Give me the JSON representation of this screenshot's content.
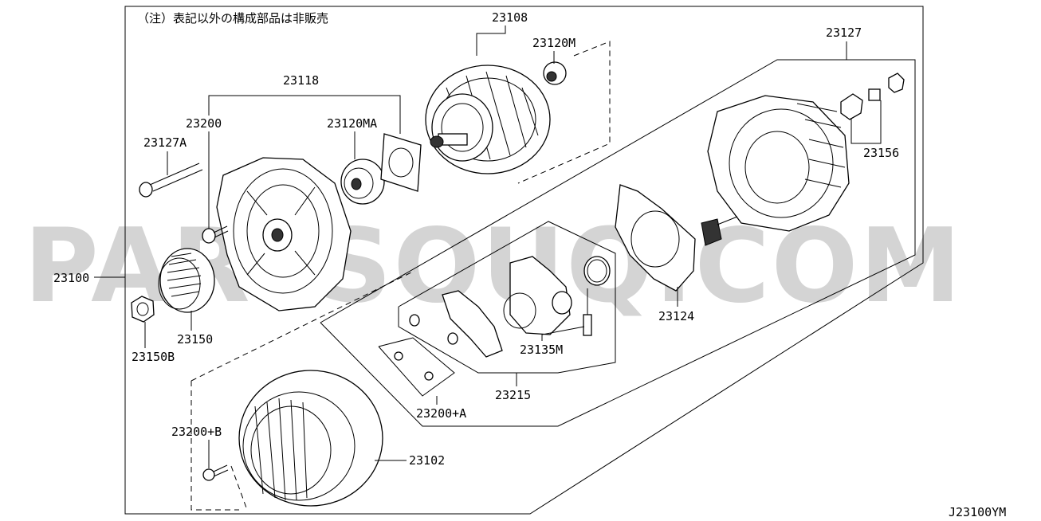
{
  "note": "（注）表記以外の構成部品は非販売",
  "watermark": "PARTSOUQ.COM",
  "drawing_code": "J23100YM",
  "parts": {
    "p23100": "23100",
    "p23108": "23108",
    "p23120M": "23120M",
    "p23127": "23127",
    "p23118": "23118",
    "p23200": "23200",
    "p23120MA": "23120MA",
    "p23127A": "23127A",
    "p23156": "23156",
    "p23124": "23124",
    "p23150": "23150",
    "p23150B": "23150B",
    "p23135M": "23135M",
    "p23215": "23215",
    "p23200A": "23200+A",
    "p23200B": "23200+B",
    "p23102": "23102"
  }
}
